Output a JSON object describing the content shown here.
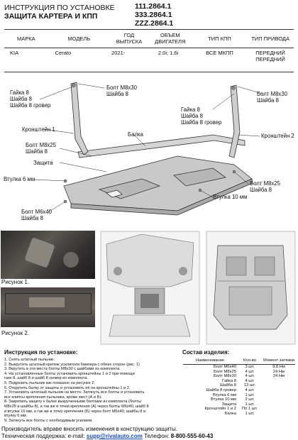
{
  "header": {
    "title_line1": "ИНСТРУКЦИЯ ПО УСТАНОВКЕ",
    "title_line2": "ЗАЩИТА КАРТЕРА И КПП",
    "codes": [
      "111.2864.1",
      "333.2864.1",
      "ZZZ.2864.1"
    ]
  },
  "spec_table": {
    "headers": [
      "МАРКА",
      "МОДЕЛЬ",
      "ГОД ВЫПУСКА",
      "ОБЪЕМ ДВИГАТЕЛЯ",
      "ТИП КПП",
      "ТИП ПРИВОДА"
    ],
    "row": [
      "KIA",
      "Cerato",
      "2021-",
      "2.0i; 1.6i",
      "ВСЕ МКПП",
      "ПЕРЕДНИЙ ПЕРЕДНИЙ"
    ]
  },
  "diagram_labels": {
    "left_nut": [
      "Гайка 8",
      "Шайба 8",
      "Шайба 8 гровер"
    ],
    "left_bolt": [
      "Болт М8х30",
      "Шайба 8"
    ],
    "right_bolt": [
      "Болт М8х30",
      "Шайба 8"
    ],
    "right_nut": [
      "Гайка 8",
      "Шайба 8",
      "Шайба 8 гровер"
    ],
    "bracket1": "Кронштейн 1",
    "bracket2": "Кронштейн 2",
    "beam": "Балка",
    "bolt25_left": [
      "Болт М8х25",
      "Шайба 8"
    ],
    "guard": "Защита",
    "sleeve6": "Втулка 6 мм",
    "sleeve10": "Втулка 10 мм",
    "bolt25_right": [
      "Болт М8х25",
      "Шайба 8"
    ],
    "bolt40": [
      "Болт М6х40",
      "Шайба 8"
    ]
  },
  "photos": {
    "caption1": "Рисунок 1.",
    "caption2": "Рисунок 2."
  },
  "instructions": {
    "title": "Инструкция по установке:",
    "steps": [
      "1. Снять штатный пыльник.",
      "2. Выкрутить штатный крепеж усилителя бампера с обеих сторон (рис. 1)",
      "3. Вкрутить в эти места болты М8х30 с шайбами из комплекта.",
      "4. На установленные болты установить кронштейны 1 и 2 при помощи",
      "гаек 8, шайб 8 и шайб 8 гровер из комплекта.",
      "5. Подрезать пыльник как показано на рисунке 2.",
      "6. Открутить балку от защиты и установить её на кронштейны 1 и 2.",
      "7. Установить штатный пыльник на место. Затянуть все болты и установить",
      "все клипсы крепления пыльника, кроме мест (А и Б).",
      "8. Закрепить защиту к балке выкрученными болтами из комплекта (болты",
      "М8х25 и шайбы 8), а так же в точки крепления (А) через болты М6х40, шайб 8",
      "и втулки 10 мм, а так же в точку крепления (Б) через болт М6х40, шайбы 8 и",
      "втулку 6 мм.",
      "9. Затянуть все болты с необходимым усилием."
    ]
  },
  "kit": {
    "title": "Состав изделия:",
    "headers": [
      "Наименование",
      "Кол-во",
      "Момент затяжки"
    ],
    "rows": [
      [
        "Болт М6х40",
        "3 шт.",
        "9,8 Нм"
      ],
      [
        "Болт М8х25",
        "4 шт.",
        "24 Нм"
      ],
      [
        "Болт М8х30",
        "4 шт.",
        "24 Нм"
      ],
      [
        "Гайка 8",
        "4 шт.",
        ""
      ],
      [
        "Шайба 8",
        "13 шт.",
        ""
      ],
      [
        "Шайба 8 гровер",
        "4 шт.",
        ""
      ],
      [
        "Втулка 6 мм",
        "1 шт.",
        ""
      ],
      [
        "Втулка 10 мм",
        "2 шт.",
        ""
      ],
      [
        "Защита",
        "1 шт.",
        ""
      ],
      [
        "Кронштейн 1 и 2",
        "По 1 шт.",
        ""
      ],
      [
        "Балка",
        "1 шт.",
        ""
      ]
    ]
  },
  "footer": {
    "line1": "Производитель вправе вносить изменения в конструкцию защиты.",
    "support_label": "Техническая поддержка:  e-mail:",
    "email": "supp@rivalauto.com",
    "phone_label": "Телефон:",
    "phone": "8-800-555-60-43"
  }
}
